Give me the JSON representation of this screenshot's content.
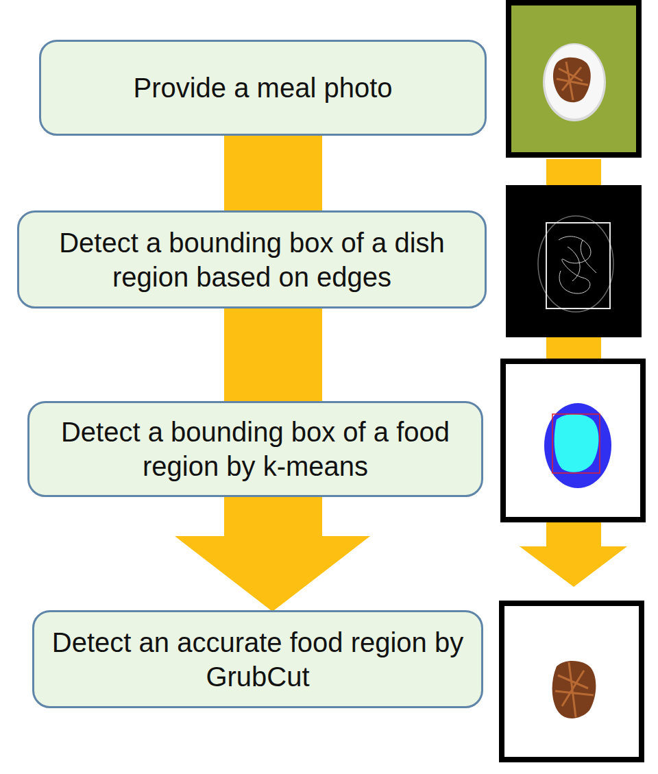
{
  "diagram": {
    "nodes": [
      {
        "text": [
          "Provide a meal photo"
        ]
      },
      {
        "text": [
          "Detect a bounding box of a dish region based on edges"
        ]
      },
      {
        "text": [
          "Detect a bounding box of a food region by k-means"
        ]
      },
      {
        "text": [
          "Detect an accurate food region by GrubCut"
        ]
      }
    ],
    "edges": [
      {
        "from": 0,
        "to": 1,
        "arrow": "none"
      },
      {
        "from": 1,
        "to": 2,
        "arrow": "none"
      },
      {
        "from": 2,
        "to": 3,
        "arrow": "to"
      }
    ]
  }
}
